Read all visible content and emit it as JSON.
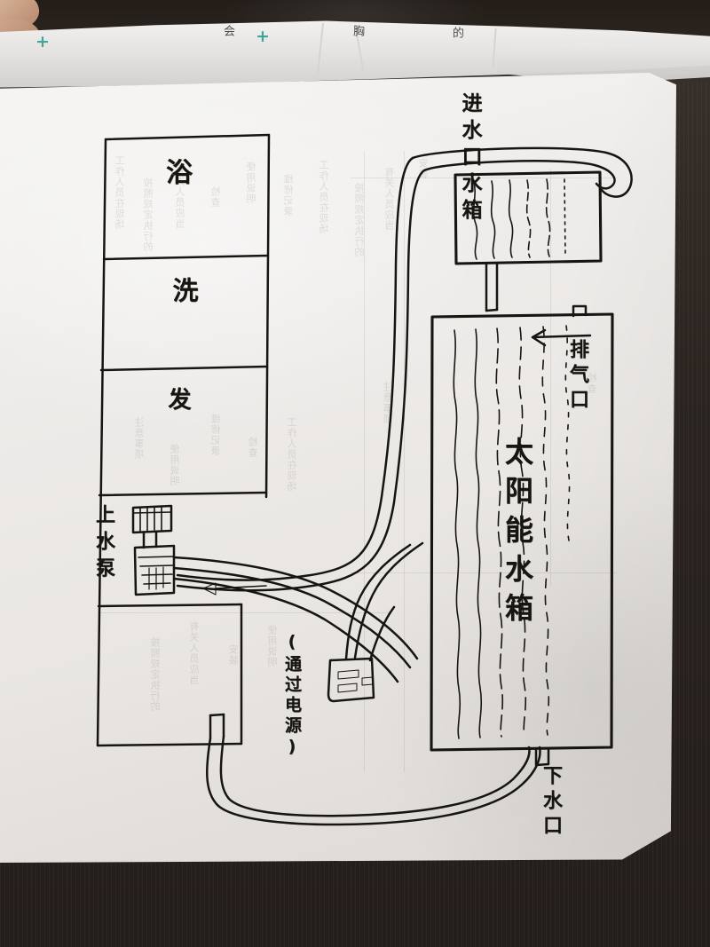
{
  "scene": {
    "subject": "hand-drawn solar water heater plumbing diagram on a printed sheet of paper",
    "desk_color": "#2b2420",
    "paper_color": "#eeecea",
    "ink_color": "#17150f"
  },
  "top_fold": {
    "marks": [
      "+",
      "+"
    ],
    "texts": [
      "会",
      "胸",
      "的"
    ],
    "accent_color": "#2e9c97"
  },
  "left_table": {
    "name": "left-grid-table",
    "cells": [
      {
        "label": "浴",
        "note": "row-1"
      },
      {
        "label": "洗",
        "note": "row-2"
      },
      {
        "label": "发",
        "note": "row-3"
      },
      {
        "label": "",
        "note": "row-4-pump-cell"
      },
      {
        "label": "",
        "note": "row-5-empty"
      }
    ]
  },
  "labels": {
    "inlet_tank": "进水口水箱",
    "vent": "排气口",
    "vent_arrow": "←",
    "solar_tank": "太阳能水箱",
    "pump": "上水泵",
    "drain": "下水口",
    "power": "(通过电源)"
  },
  "components": [
    {
      "name": "inlet-water-tank",
      "shape": "rectangle",
      "position": "top-right",
      "contents": "wavy vertical fill lines"
    },
    {
      "name": "solar-water-tank",
      "shape": "tall rectangle",
      "position": "right",
      "contents": "wavy vertical fill lines"
    },
    {
      "name": "water-pump",
      "shape": "pump body with motor on top",
      "position": "left-middle"
    },
    {
      "name": "power-outlet",
      "shape": "socket with two slots",
      "position": "lower-middle"
    },
    {
      "name": "vent-port",
      "shape": "small stub",
      "position": "top of solar tank"
    },
    {
      "name": "drain-port",
      "shape": "small stub",
      "position": "bottom of solar tank"
    },
    {
      "name": "connecting-pipes",
      "shape": "double-line hoses",
      "position": "across diagram"
    }
  ],
  "ghost_text": [
    "工作人员在现场",
    "按照规定执行的",
    "有关人员应当",
    "检查",
    "使用说明",
    "维修记录",
    "安装",
    "注意事项"
  ]
}
